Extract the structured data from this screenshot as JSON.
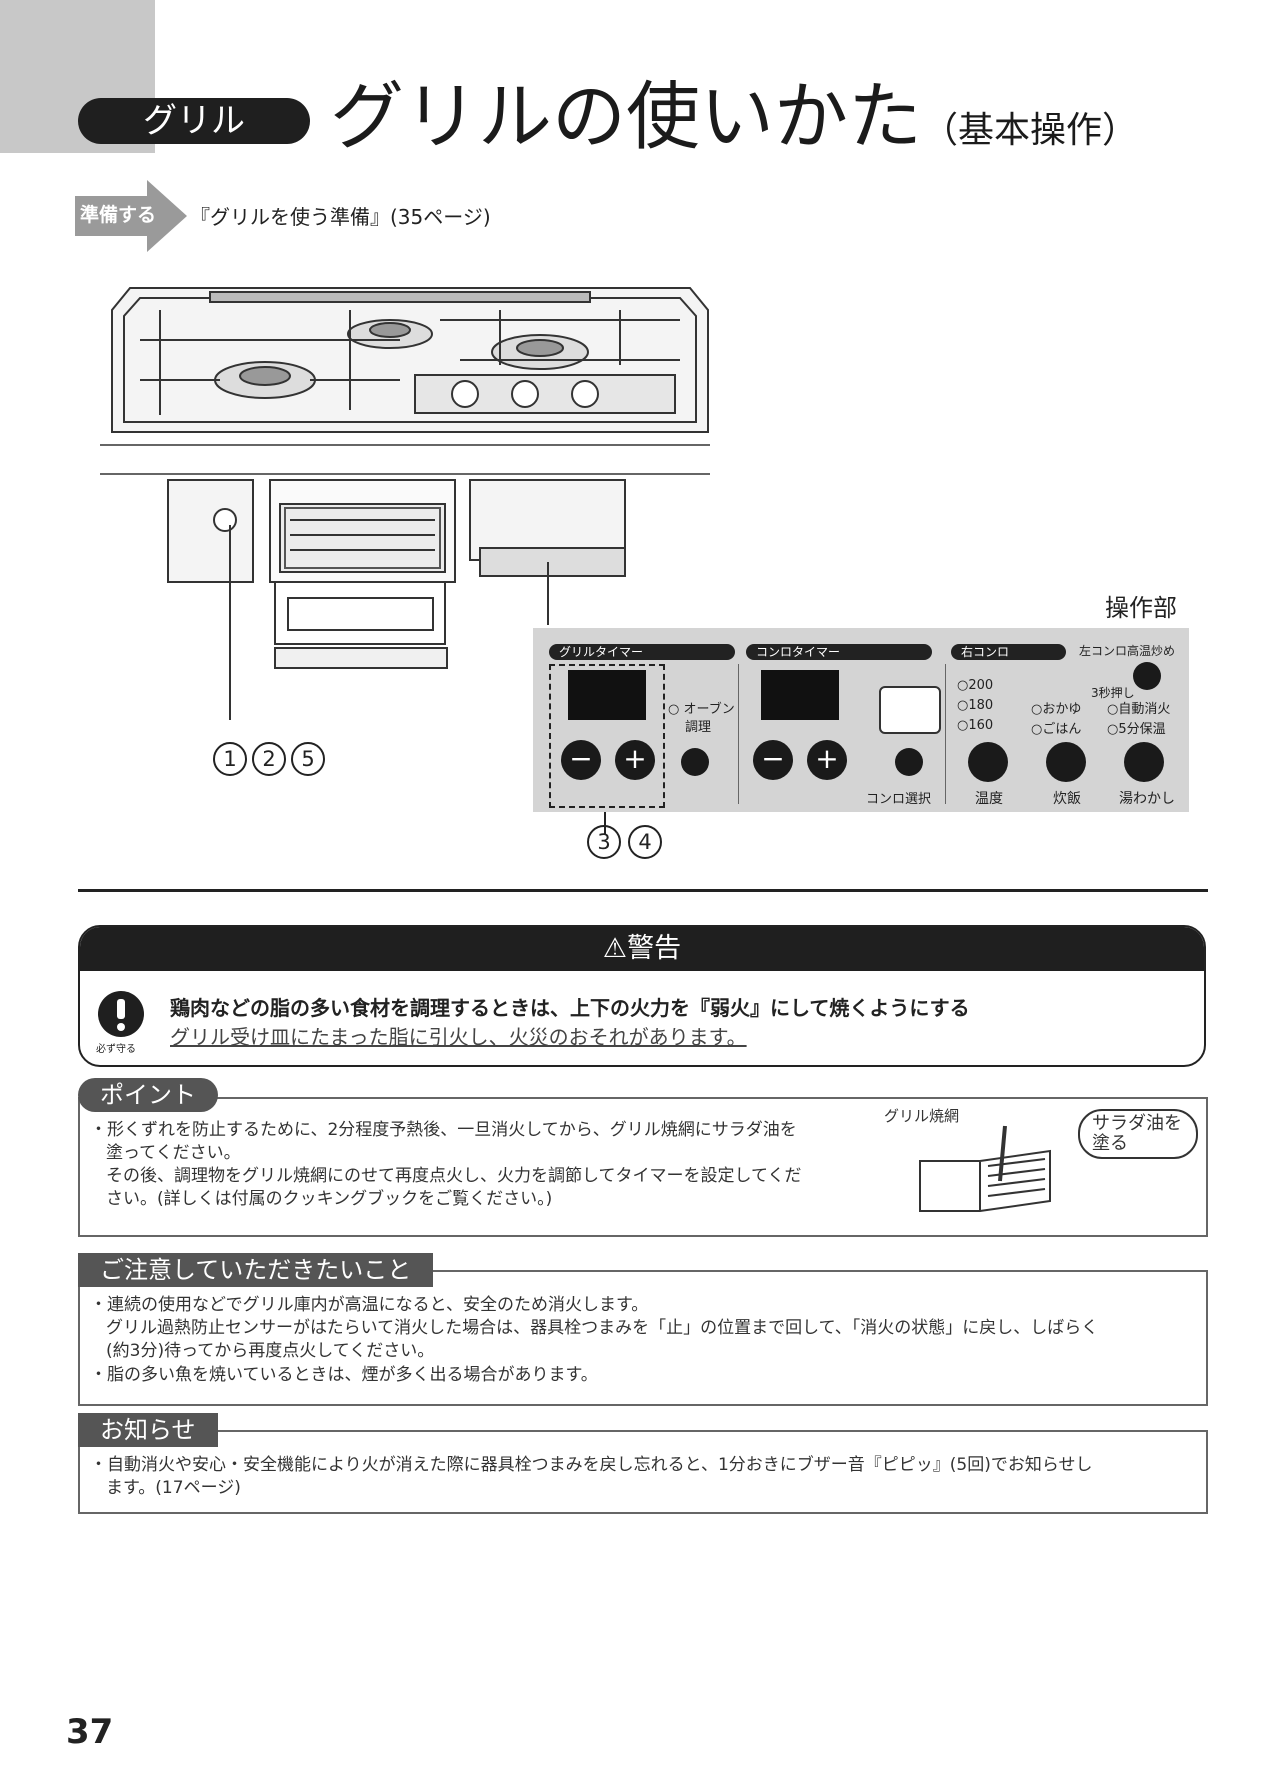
{
  "header": {
    "category": "グリル",
    "title": "グリルの使いかた",
    "title_sub": "（基本操作）"
  },
  "prep": {
    "label": "準備する",
    "text": "『グリルを使う準備』(35ページ)"
  },
  "diagram": {
    "panel_caption": "操作部",
    "callouts_left": [
      "1",
      "2",
      "5"
    ],
    "callouts_bottom": [
      "3",
      "4"
    ],
    "panel": {
      "grill_timer": "グリルタイマー",
      "konro_timer": "コンロタイマー",
      "right_konro": "右コンロ",
      "left_high": "左コンロ高温炒め",
      "press3": "3秒押し",
      "oven": "○ オーブン",
      "oven2": "調理",
      "minus": "−",
      "plus": "+",
      "konro_select": "コンロ選択",
      "t200": "○200",
      "t180": "○180",
      "t160": "○160",
      "okayu": "○おかゆ",
      "gohan": "○ごはん",
      "auto_off": "○自動消火",
      "keep5": "○5分保温",
      "ondo": "温度",
      "suihan": "炊飯",
      "yuwakashi": "湯わかし"
    }
  },
  "warning": {
    "heading": "警告",
    "must_label": "必ず守る",
    "main": "鶏肉などの脂の多い食材を調理するときは、上下の火力を『弱火』にして焼くようにする",
    "sub": "グリル受け皿にたまった脂に引火し、火災のおそれがあります。"
  },
  "point": {
    "tag": "ポイント",
    "lines": [
      "・形くずれを防止するために、2分程度予熱後、一旦消火してから、グリル焼網にサラダ油を",
      "塗ってください。",
      "その後、調理物をグリル焼網にのせて再度点火し、火力を調節してタイマーを設定してくだ",
      "さい。(詳しくは付属のクッキングブックをご覧ください。)"
    ],
    "illus_label": "グリル焼網",
    "illus_bubble1": "サラダ油を",
    "illus_bubble2": "塗る"
  },
  "caution": {
    "tag": "ご注意していただきたいこと",
    "lines": [
      "・連続の使用などでグリル庫内が高温になると、安全のため消火します。",
      "グリル過熱防止センサーがはたらいて消火した場合は、器具栓つまみを「止」の位置まで回して、「消火の状態」に戻し、しばらく",
      "(約3分)待ってから再度点火してください。",
      "・脂の多い魚を焼いているときは、煙が多く出る場合があります。"
    ]
  },
  "notice": {
    "tag": "お知らせ",
    "lines": [
      "・自動消火や安心・安全機能により火が消えた際に器具栓つまみを戻し忘れると、1分おきにブザー音『ピピッ』(5回)でお知らせし",
      "ます。(17ページ)"
    ]
  },
  "page_number": "37"
}
